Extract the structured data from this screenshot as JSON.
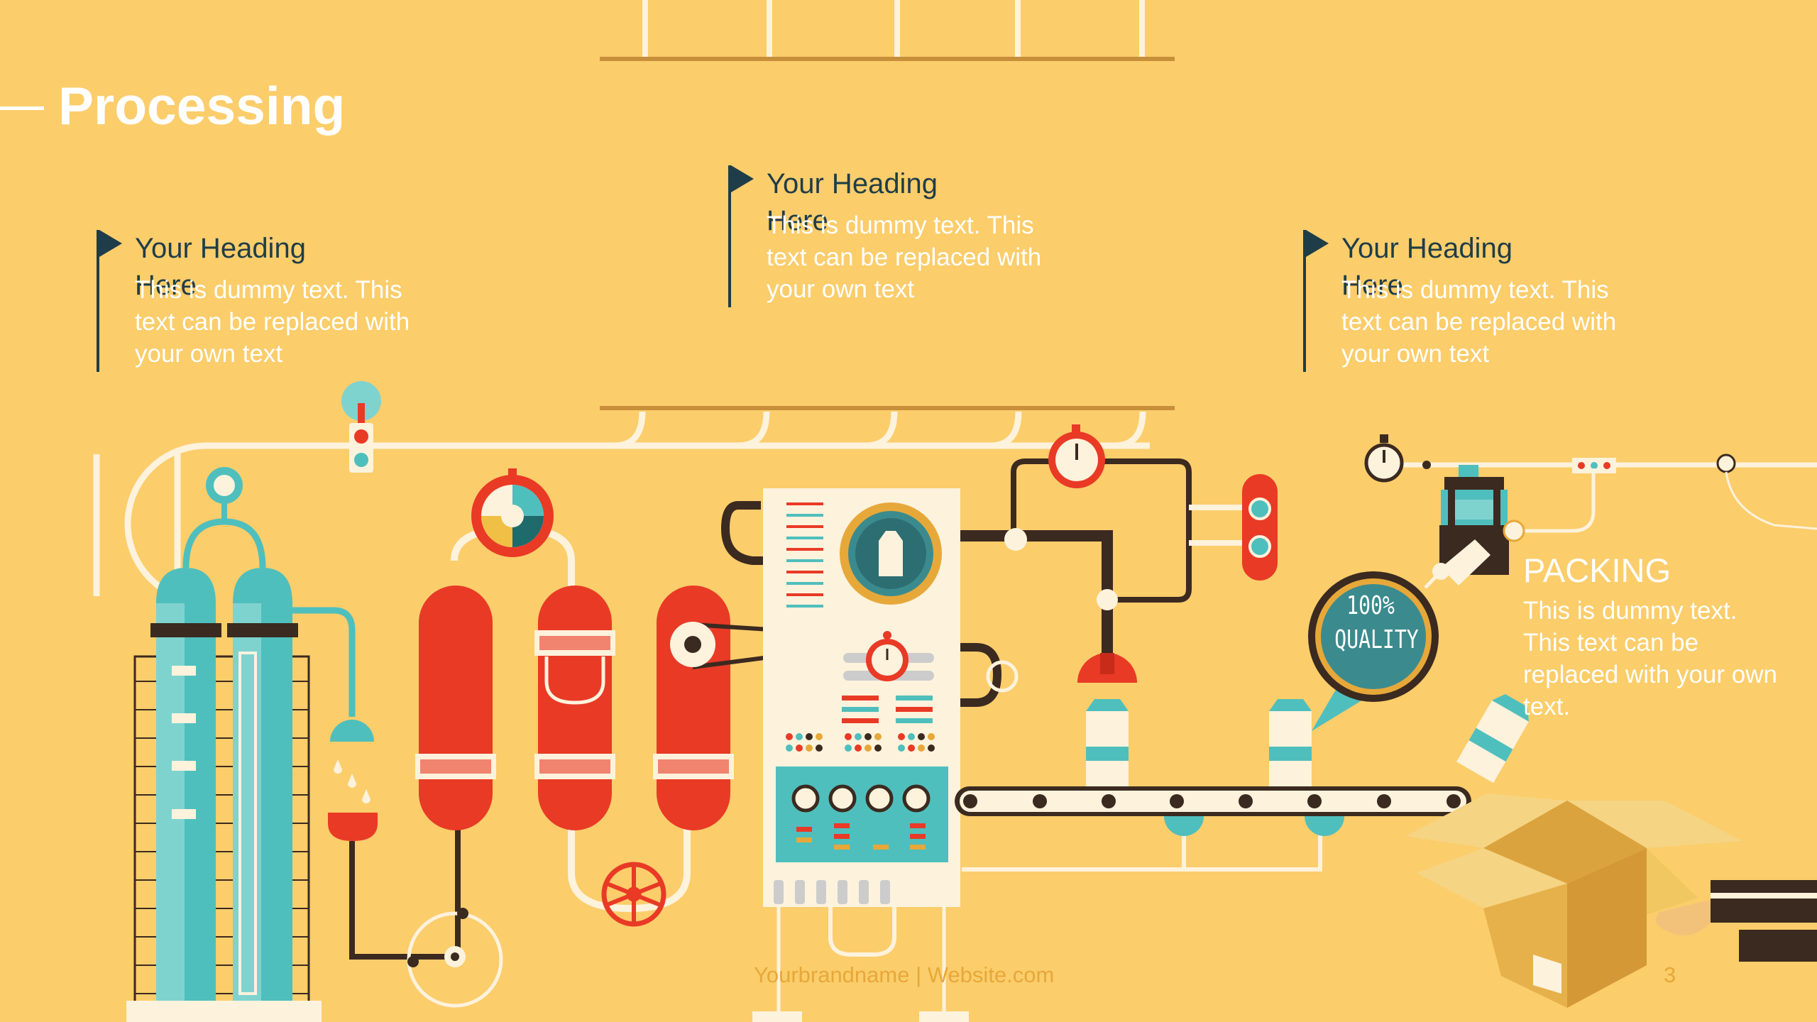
{
  "slide": {
    "title": "Processing",
    "blocks": [
      {
        "heading": "Your Heading Here",
        "body": "This is dummy text. This text can be replaced with your own text"
      },
      {
        "heading": "Your Heading Here",
        "body": "This is dummy text. This text can be replaced with your own text"
      },
      {
        "heading": "Your Heading Here",
        "body": "This is dummy text. This text can be replaced with your own text"
      }
    ],
    "packing": {
      "title": "PACKING",
      "body": "This is dummy text. This text can be replaced with your own text."
    },
    "quality_badge": {
      "line1": "100%",
      "line2": "QUALITY"
    },
    "footer": "Yourbrandname | Website.com",
    "page_number": "3"
  },
  "colors": {
    "background": "#fbcd6b",
    "teal": "#4fbfbd",
    "red": "#e93a26",
    "navy": "#1f3d48",
    "cream": "#fdf2dc",
    "dark_brown": "#3b2a1f"
  },
  "icons": [
    "flag-icon",
    "gauge-icon",
    "traffic-light-icon",
    "stopwatch-icon",
    "valve-wheel-icon",
    "milk-carton-icon",
    "cardboard-box-icon",
    "quality-badge-icon"
  ]
}
